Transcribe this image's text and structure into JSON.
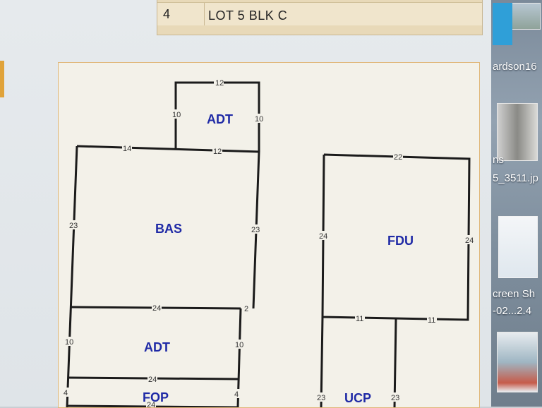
{
  "legal": {
    "row_number": "4",
    "description": "LOT 5 BLK C"
  },
  "sketch": {
    "areas": [
      {
        "code": "ADT",
        "key": "adt-top"
      },
      {
        "code": "BAS",
        "key": "bas"
      },
      {
        "code": "ADT",
        "key": "adt-bottom"
      },
      {
        "code": "FOP",
        "key": "fop"
      },
      {
        "code": "FDU",
        "key": "fdu"
      },
      {
        "code": "UCP",
        "key": "ucp"
      }
    ],
    "dimensions": {
      "adt_top_top": "12",
      "adt_top_left": "10",
      "adt_top_right": "10",
      "adt_top_bottom": "12",
      "bas_top": "14",
      "bas_left": "23",
      "bas_right": "23",
      "bas_bottom": "24",
      "bas_step": "2",
      "adt_bottom_left": "10",
      "adt_bottom_right": "10",
      "adt_bottom_bottom": "24",
      "fop_left": "4",
      "fop_right": "4",
      "fop_bottom": "24",
      "fdu_top": "22",
      "fdu_left": "24",
      "fdu_right": "24",
      "fdu_bottom_left": "11",
      "fdu_bottom_right": "11",
      "ucp_left": "23",
      "ucp_right": "23"
    }
  },
  "desktop": {
    "labels": {
      "file1": "ardson16",
      "file2": "ns",
      "file3": "5_3511.jp",
      "file4": "creen Sh",
      "file5": "-02...2.4"
    }
  },
  "colors": {
    "area_label": "#1f2aa6",
    "panel_border": "#e0b779",
    "table_bg": "#e8d9b8"
  }
}
